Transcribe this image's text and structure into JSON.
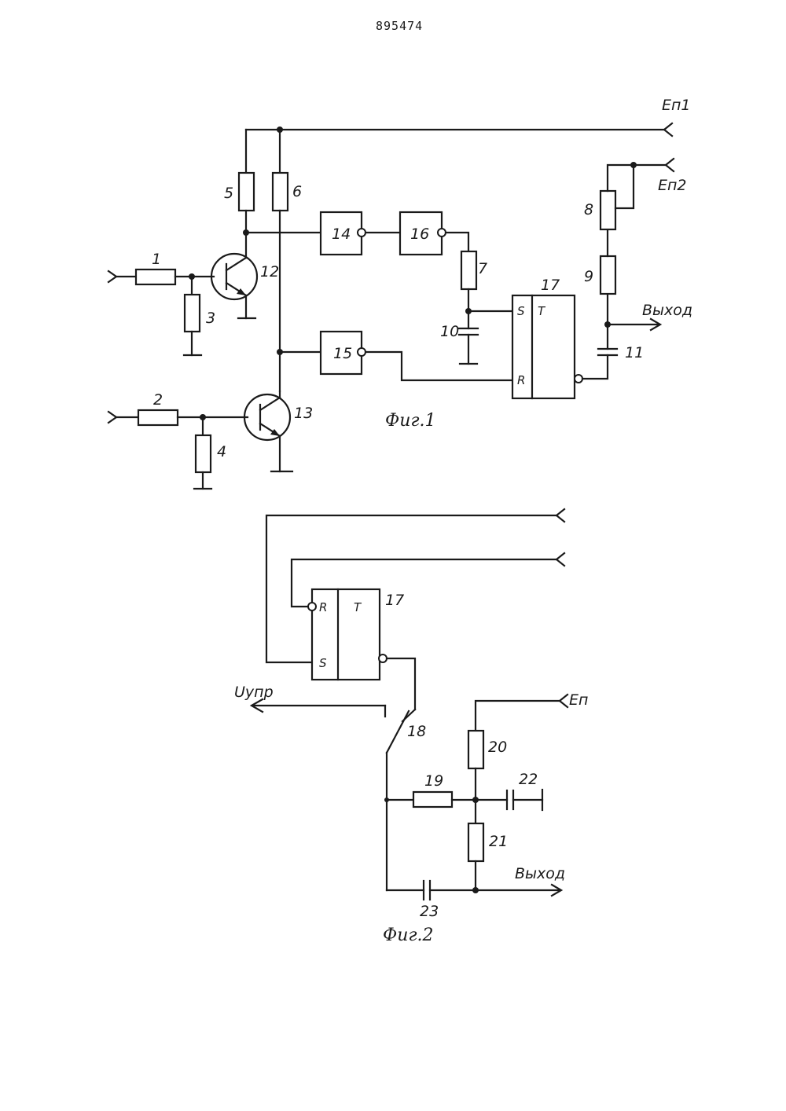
{
  "patent_number": "895474",
  "fig1": {
    "caption": "Фиг.1",
    "terminals": {
      "supply1": "Eп1",
      "supply2": "Eп2",
      "output": "Выход"
    },
    "labels": {
      "r1": "1",
      "r2": "2",
      "r3": "3",
      "r4": "4",
      "r5": "5",
      "r6": "6",
      "r7": "7",
      "r8": "8",
      "r9": "9",
      "c10": "10",
      "c11": "11",
      "t12": "12",
      "t13": "13",
      "g14": "14",
      "g15": "15",
      "g16": "16",
      "ff17": "17"
    },
    "flipflop": {
      "s": "S",
      "r": "R",
      "t": "T"
    }
  },
  "fig2": {
    "caption": "Фиг.2",
    "terminals": {
      "supply": "Eп",
      "control": "Uупр",
      "output": "Выход"
    },
    "labels": {
      "ff17": "17",
      "sw18": "18",
      "r19": "19",
      "r20": "20",
      "r21": "21",
      "c22": "22",
      "c23": "23"
    },
    "flipflop": {
      "r": "R",
      "s": "S",
      "t": "T"
    }
  }
}
